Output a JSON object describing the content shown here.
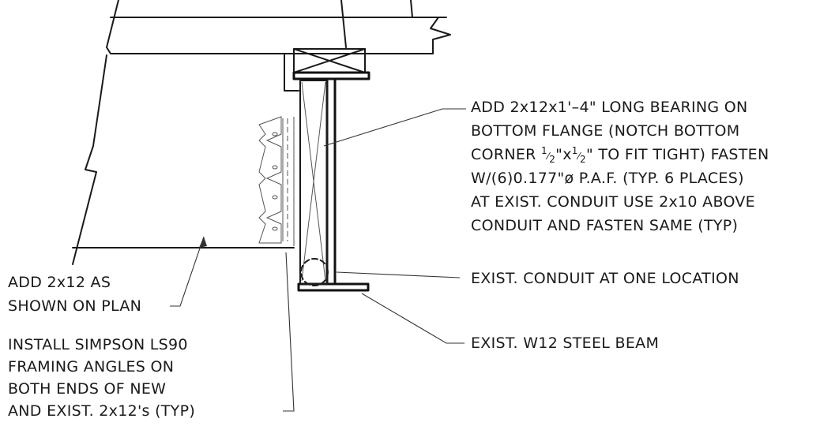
{
  "notes": {
    "bearing": [
      "ADD 2x12x1'–4\" LONG BEARING ON",
      "BOTTOM FLANGE (NOTCH BOTTOM",
      "CORNER ",
      "W/(6)0.177\"ø P.A.F. (TYP. 6 PLACES)",
      "AT EXIST. CONDUIT USE 2x10 ABOVE",
      "CONDUIT AND FASTEN SAME (TYP)"
    ],
    "bearing_corner": {
      "fraction_top": "1",
      "fraction_bottom": "2",
      "mid": "\"x",
      "tail": "\" TO FIT TIGHT) FASTEN"
    },
    "conduit": "EXIST. CONDUIT AT ONE LOCATION",
    "beam": "EXIST. W12 STEEL BEAM",
    "add_2x12": [
      "ADD 2x12 AS",
      "SHOWN ON PLAN"
    ],
    "simpson": [
      "INSTALL SIMPSON LS90",
      "FRAMING ANGLES ON",
      "BOTH ENDS OF NEW",
      "AND EXIST. 2x12's (TYP)"
    ]
  }
}
